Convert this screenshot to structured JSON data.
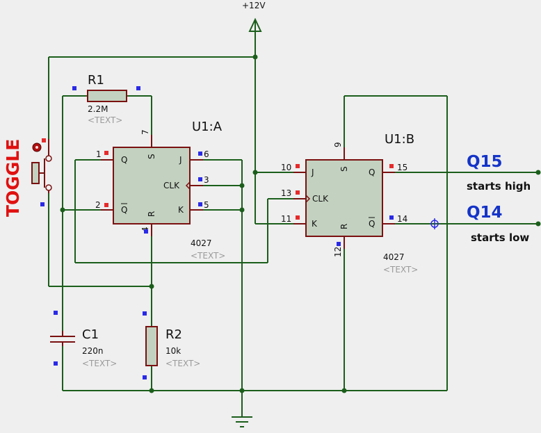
{
  "supply": {
    "label": "+12V"
  },
  "toggle": {
    "label": "TOGGLE"
  },
  "r1": {
    "ref": "R1",
    "value": "2.2M",
    "text": "<TEXT>"
  },
  "r2": {
    "ref": "R2",
    "value": "10k",
    "text": "<TEXT>"
  },
  "c1": {
    "ref": "C1",
    "value": "220n",
    "text": "<TEXT>"
  },
  "u1a": {
    "ref": "U1:A",
    "part": "4027",
    "text": "<TEXT>",
    "pins": {
      "q": "Q",
      "s": "S",
      "j": "J",
      "clk": "CLK",
      "qbar": "Q",
      "r": "R",
      "k": "K"
    },
    "pin_numbers": {
      "q": "1",
      "s": "7",
      "j": "6",
      "clk": "3",
      "qbar": "2",
      "r": "4",
      "k": "5"
    }
  },
  "u1b": {
    "ref": "U1:B",
    "part": "4027",
    "text": "<TEXT>",
    "pins": {
      "j": "J",
      "s": "S",
      "q": "Q",
      "clk": "CLK",
      "k": "K",
      "r": "R",
      "qbar": "Q"
    },
    "pin_numbers": {
      "j": "10",
      "s": "9",
      "q": "15",
      "clk": "13",
      "k": "11",
      "r": "12",
      "qbar": "14"
    }
  },
  "outputs": {
    "q15": {
      "name": "Q15",
      "note": "starts high"
    },
    "q14": {
      "name": "Q14",
      "note": "starts low"
    }
  },
  "colors": {
    "wire": "#1b5e1b",
    "component": "#7a1010",
    "chip_fill": "#c3d2c0",
    "net_label": "#1434c8",
    "toggle_label": "#e01010",
    "background": "#efefef"
  }
}
